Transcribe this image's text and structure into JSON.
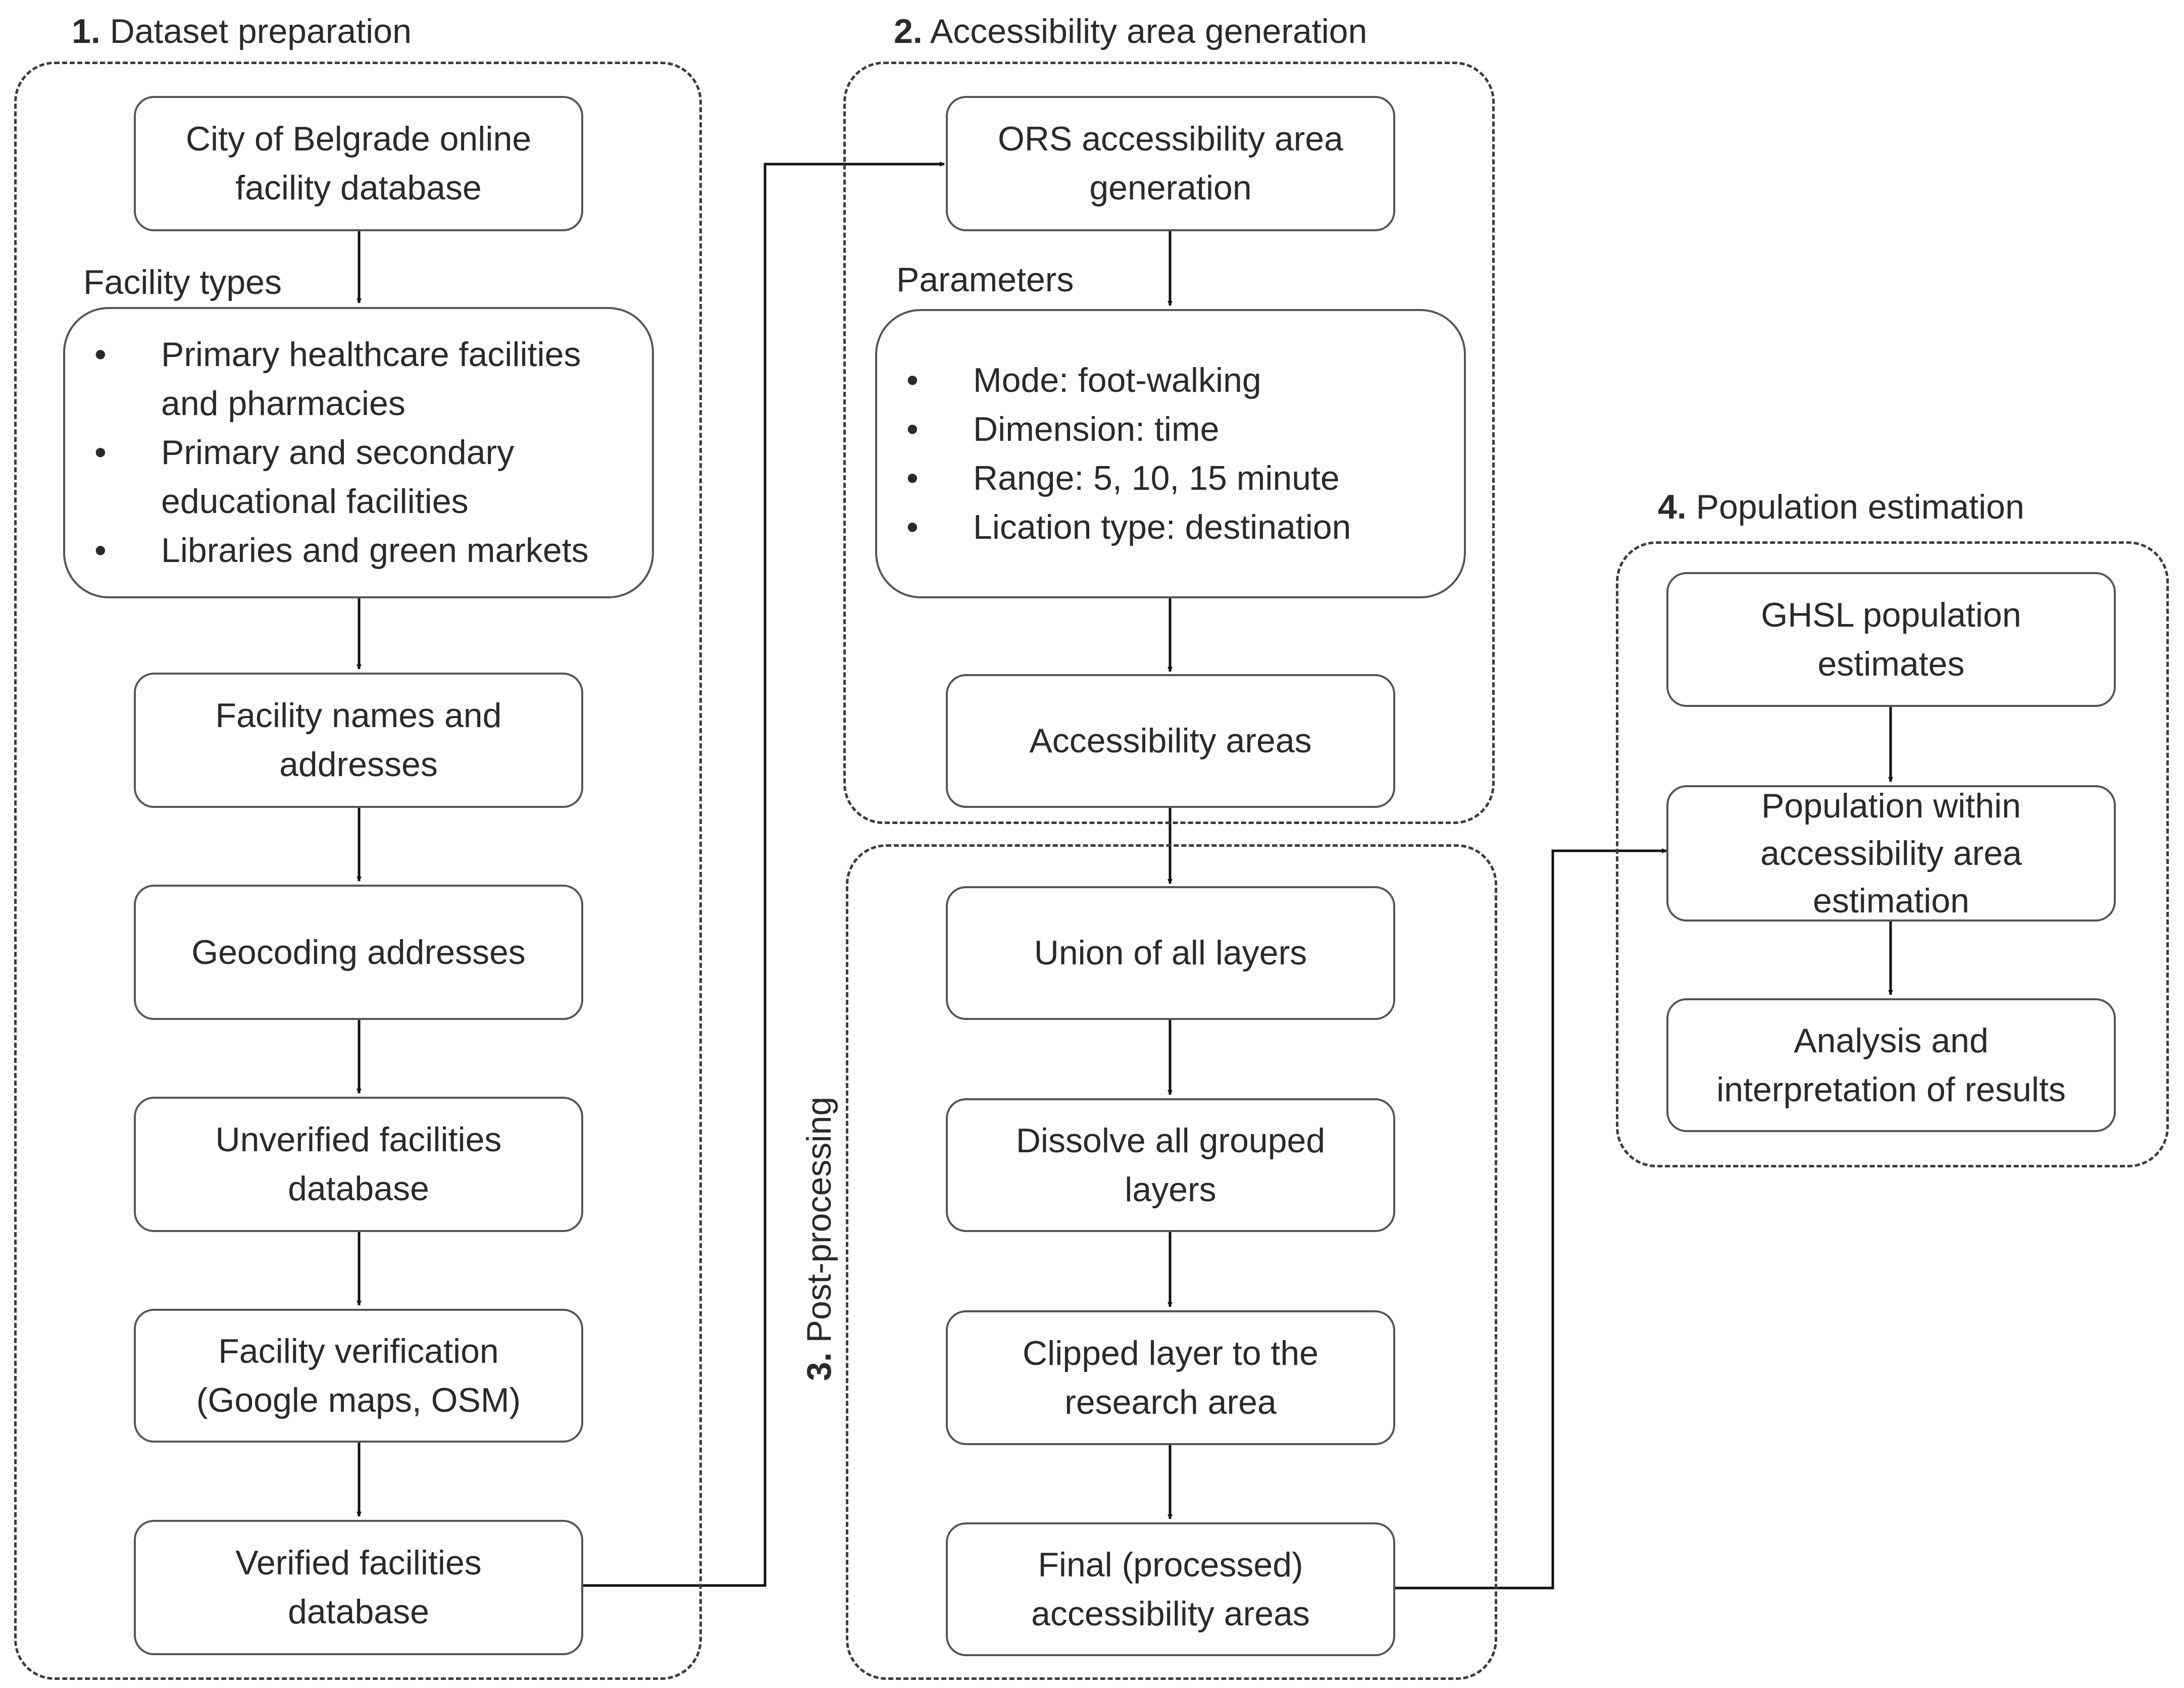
{
  "sections": {
    "s1": {
      "num": "1.",
      "title": "Dataset preparation"
    },
    "s2": {
      "num": "2.",
      "title": "Accessibility area generation"
    },
    "s3": {
      "num": "3.",
      "title": "Post-processing"
    },
    "s4": {
      "num": "4.",
      "title": "Population estimation"
    }
  },
  "col1": {
    "source": [
      "City of Belgrade online",
      "facility database"
    ],
    "types_label": "Facility types",
    "types": [
      [
        "Primary healthcare facilities",
        "and pharmacies"
      ],
      [
        "Primary and secondary",
        "educational facilities"
      ],
      [
        "Libraries and green markets"
      ]
    ],
    "names": [
      "Facility names and",
      "addresses"
    ],
    "geocoding": [
      "Geocoding addresses"
    ],
    "unverified": [
      "Unverified facilities",
      "database"
    ],
    "verification": [
      "Facility verification",
      "(Google maps, OSM)"
    ],
    "verified": [
      "Verified facilities",
      "database"
    ]
  },
  "col2": {
    "ors": [
      "ORS accessibility area",
      "generation"
    ],
    "params_label": "Parameters",
    "params": [
      "Mode: foot-walking",
      "Dimension: time",
      "Range: 5, 10, 15 minute",
      "Lication type: destination"
    ],
    "areas": [
      "Accessibility areas"
    ],
    "union": [
      "Union of all layers"
    ],
    "dissolve": [
      "Dissolve all grouped",
      "layers"
    ],
    "clipped": [
      "Clipped layer to the",
      "research area"
    ],
    "final": [
      "Final (processed)",
      "accessibility areas"
    ]
  },
  "col3": {
    "ghsl": [
      "GHSL population",
      "estimates"
    ],
    "within": [
      "Population within",
      "accessibility area",
      "estimation"
    ],
    "analysis": [
      "Analysis and",
      "interpretation of results"
    ]
  }
}
